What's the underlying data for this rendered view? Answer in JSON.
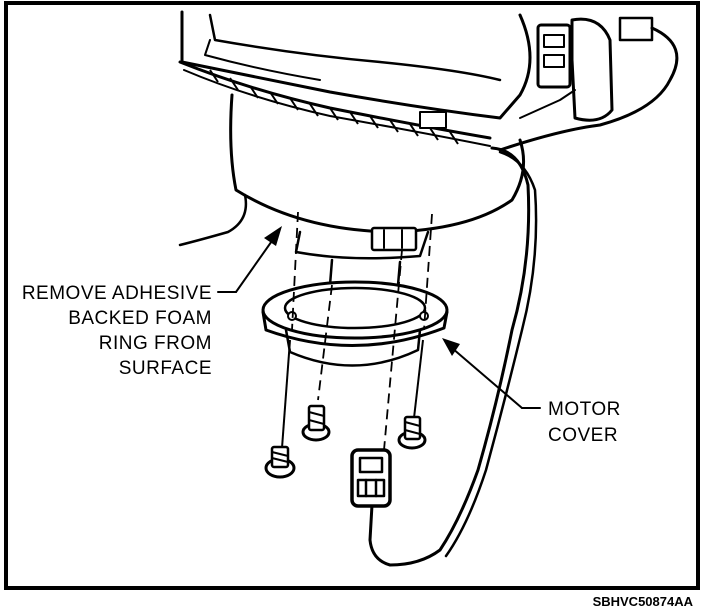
{
  "labels": {
    "foam_ring": [
      "REMOVE ADHESIVE",
      "BACKED FOAM",
      "RING FROM",
      "SURFACE"
    ],
    "motor_cover": [
      "MOTOR",
      "COVER"
    ]
  },
  "figure_code": "SBHVC50874AA",
  "colors": {
    "ink": "#000000",
    "paper": "#ffffff"
  }
}
